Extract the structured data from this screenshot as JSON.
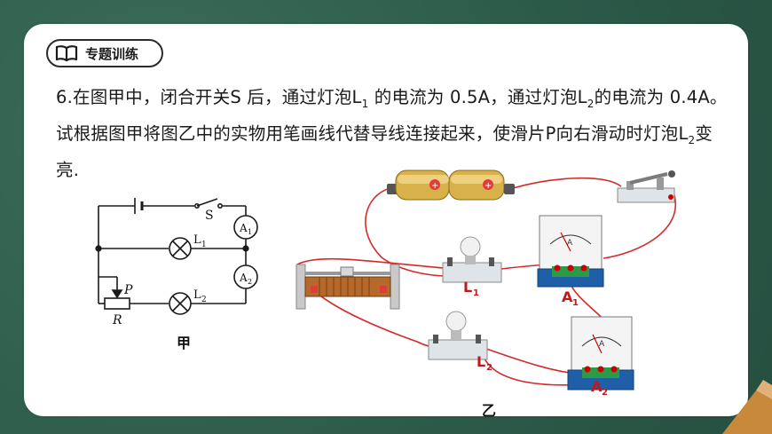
{
  "header": {
    "topic_label": "专题训练",
    "icon": "open-book-icon"
  },
  "question": {
    "q_number": "6.",
    "seg1": "在图甲中，闭合开关S 后，通过灯泡L",
    "sub1": "1",
    "seg2": " 的电流为 0.5A，通过灯泡L",
    "sub2": "2",
    "seg3": "的电流为 0.4A。试根据图甲将图乙中的实物用笔画线代替导线连接起来，使滑片P向右滑动时灯泡L",
    "sub3": "2",
    "seg4": "变亮."
  },
  "circuit_diagram": {
    "switch_label": "S",
    "ammeter1_label": "A",
    "ammeter1_sub": "1",
    "ammeter2_label": "A",
    "ammeter2_sub": "2",
    "lamp1_label": "L",
    "lamp1_sub": "1",
    "lamp2_label": "L",
    "lamp2_sub": "2",
    "slider_label": "P",
    "rheostat_label": "R",
    "caption": "甲"
  },
  "physical_diagram": {
    "lamp1_label": "L",
    "lamp1_sub": "1",
    "lamp2_label": "L",
    "lamp2_sub": "2",
    "ammeter1_label": "A",
    "ammeter1_sub": "1",
    "ammeter2_label": "A",
    "ammeter2_sub": "2",
    "meter_face_letter": "A",
    "caption": "乙"
  },
  "colors": {
    "background": "#2f5e4d",
    "card": "#ffffff",
    "wire": "#d42a2a",
    "label_red": "#c0181b",
    "meter_base": "#1f5fa8",
    "battery": "#d9b14a"
  }
}
